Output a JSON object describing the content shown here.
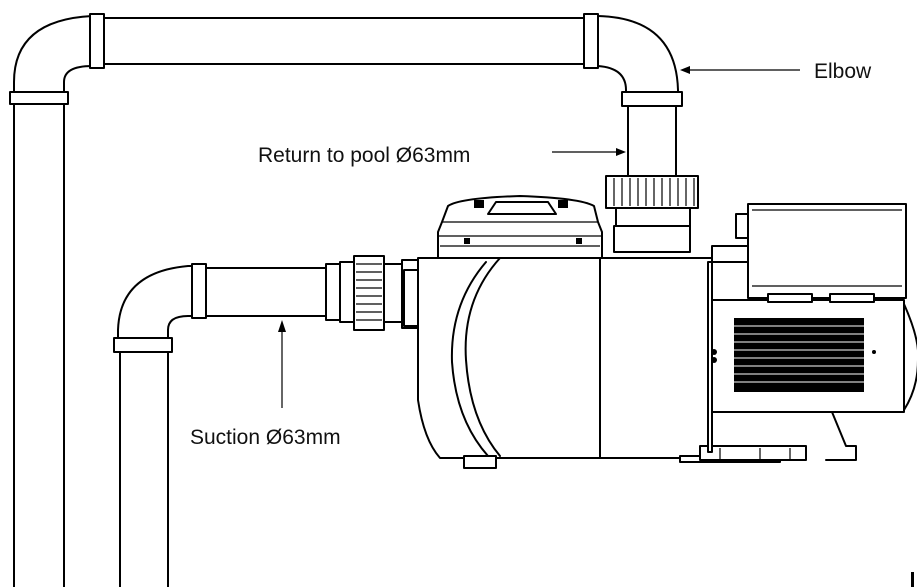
{
  "diagram": {
    "labels": {
      "elbow": "Elbow",
      "return": "Return to pool Ø63mm",
      "suction": "Suction Ø63mm"
    }
  }
}
